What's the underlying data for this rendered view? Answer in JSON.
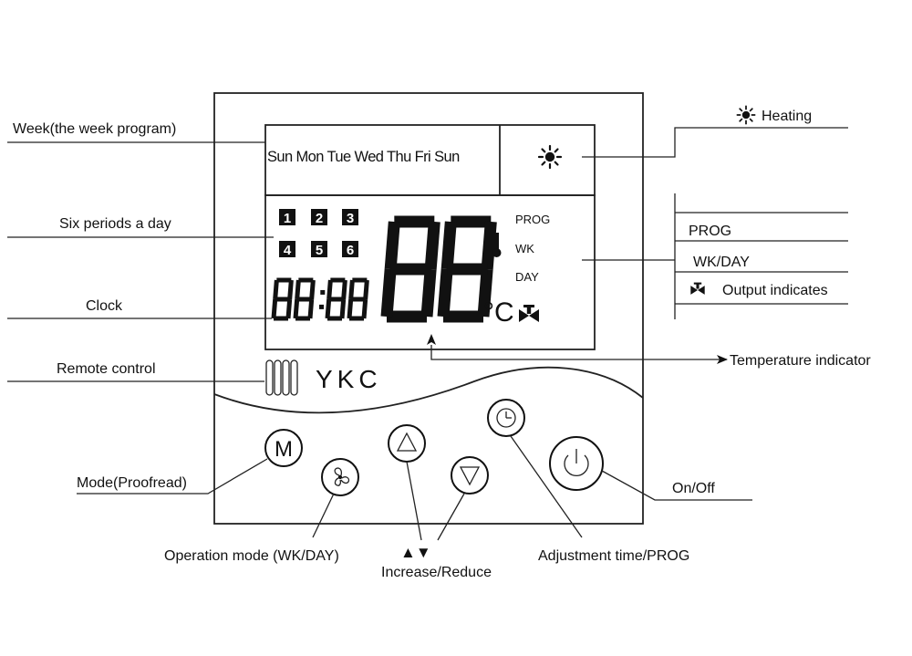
{
  "lcd": {
    "week_days": "Sun Mon Tue Wed Thu Fri Sun",
    "periods": [
      "1",
      "2",
      "3",
      "4",
      "5",
      "6"
    ],
    "modes": [
      "PROG",
      "WK",
      "DAY"
    ],
    "clock": "88:88",
    "temperature": "88",
    "unit": "°C"
  },
  "brand": "YKC",
  "labels": {
    "week": "Week(the week program)",
    "periods": "Six periods a day",
    "clock": "Clock",
    "remote": "Remote control",
    "mode": "Mode(Proofread)",
    "operation": "Operation mode (WK/DAY)",
    "arrows_symbol": "▲▼",
    "increase_reduce": "Increase/Reduce",
    "adjust": "Adjustment time/PROG",
    "onoff": "On/Off",
    "heating": "Heating",
    "prog": "PROG",
    "wkday": "WK/DAY",
    "output": "Output indicates",
    "temp_indicator": "Temperature indicator"
  },
  "buttons": {
    "mode_letter": "M"
  },
  "icons": [
    "sun-icon",
    "thermometer-icon",
    "valve-icon",
    "fan-icon",
    "up-triangle-icon",
    "down-triangle-icon",
    "clock-icon",
    "power-icon",
    "arrowhead-icon",
    "ir-window-icon"
  ]
}
